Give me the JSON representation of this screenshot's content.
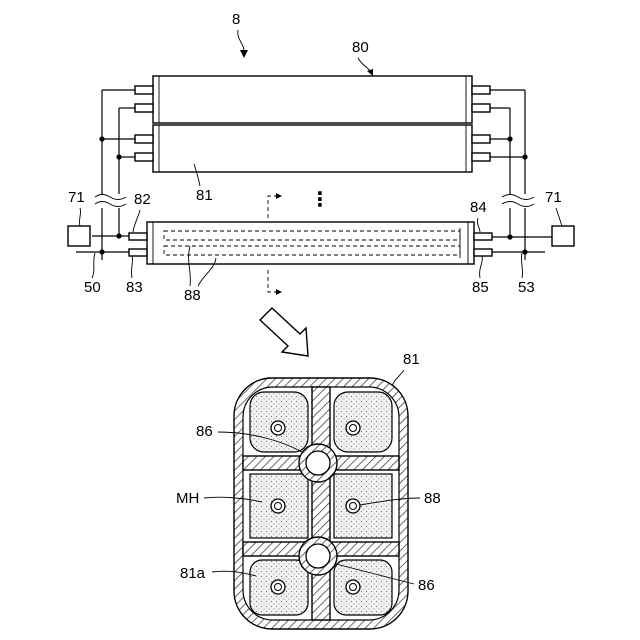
{
  "labels": {
    "assembly": "8",
    "tube_group": "80",
    "tube": "81",
    "unit_left": "71",
    "unit_right": "71",
    "port_82": "82",
    "port_83": "83",
    "port_84": "84",
    "port_85": "85",
    "channel": "88",
    "pipe_left": "50",
    "pipe_right": "53",
    "section_tube": "81",
    "section_86_top": "86",
    "section_mh": "MH",
    "section_88": "88",
    "section_81a": "81a",
    "section_86_bottom": "86",
    "ellipsis": "⋮"
  }
}
